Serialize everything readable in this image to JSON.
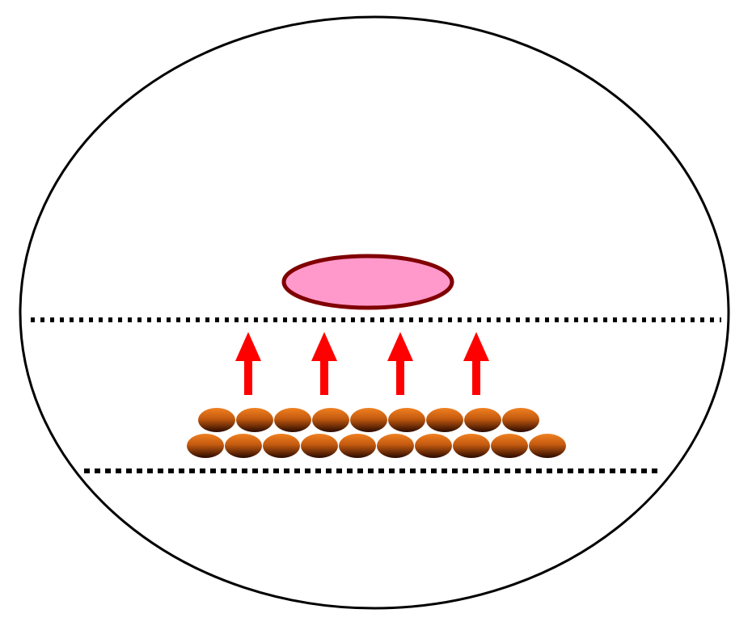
{
  "diagram": {
    "labels": [],
    "colors": {
      "background": "#ffffff",
      "outline": "#000000",
      "dotted_line": "#000000",
      "pink_fill": "#ff99cc",
      "pink_stroke": "#800000",
      "arrow": "#ff0000",
      "cell_gradient_top": "#f08020",
      "cell_gradient_mid": "#c45a10",
      "cell_gradient_bottom": "#2a0a00"
    },
    "counts": {
      "arrows": 4,
      "cells_top_row": 9,
      "cells_bottom_row": 10
    }
  }
}
